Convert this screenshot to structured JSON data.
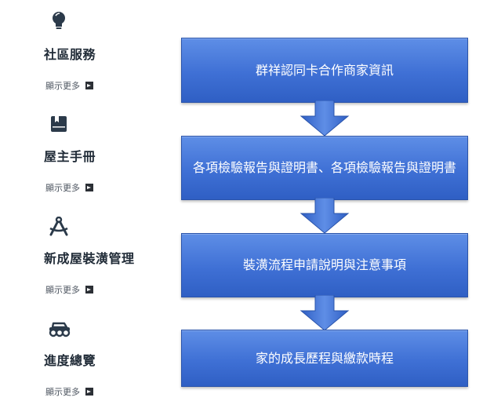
{
  "sidebar": {
    "sections": [
      {
        "title": "社區服務",
        "more_label": "顯示更多",
        "icon": "lightbulb-icon"
      },
      {
        "title": "屋主手冊",
        "more_label": "顯示更多",
        "icon": "book-icon"
      },
      {
        "title": "新成屋裝潢管理",
        "more_label": "顯示更多",
        "icon": "drafting-compass-icon"
      },
      {
        "title": "進度總覽",
        "more_label": "顯示更多",
        "icon": "vehicle-icon"
      }
    ]
  },
  "flowchart": {
    "steps": [
      {
        "label": "群祥認同卡合作商家資訊"
      },
      {
        "label": "各項檢驗報告與證明書、各項檢驗報告與證明書"
      },
      {
        "label": "裝潢流程申請說明與注意事項"
      },
      {
        "label": "家的成長歷程與繳款時程"
      }
    ]
  },
  "colors": {
    "step_fill": "#3f70d5",
    "step_border": "#2a54ab",
    "arrow_fill": "#3b66cc",
    "sidebar_text": "#1f2a36"
  }
}
